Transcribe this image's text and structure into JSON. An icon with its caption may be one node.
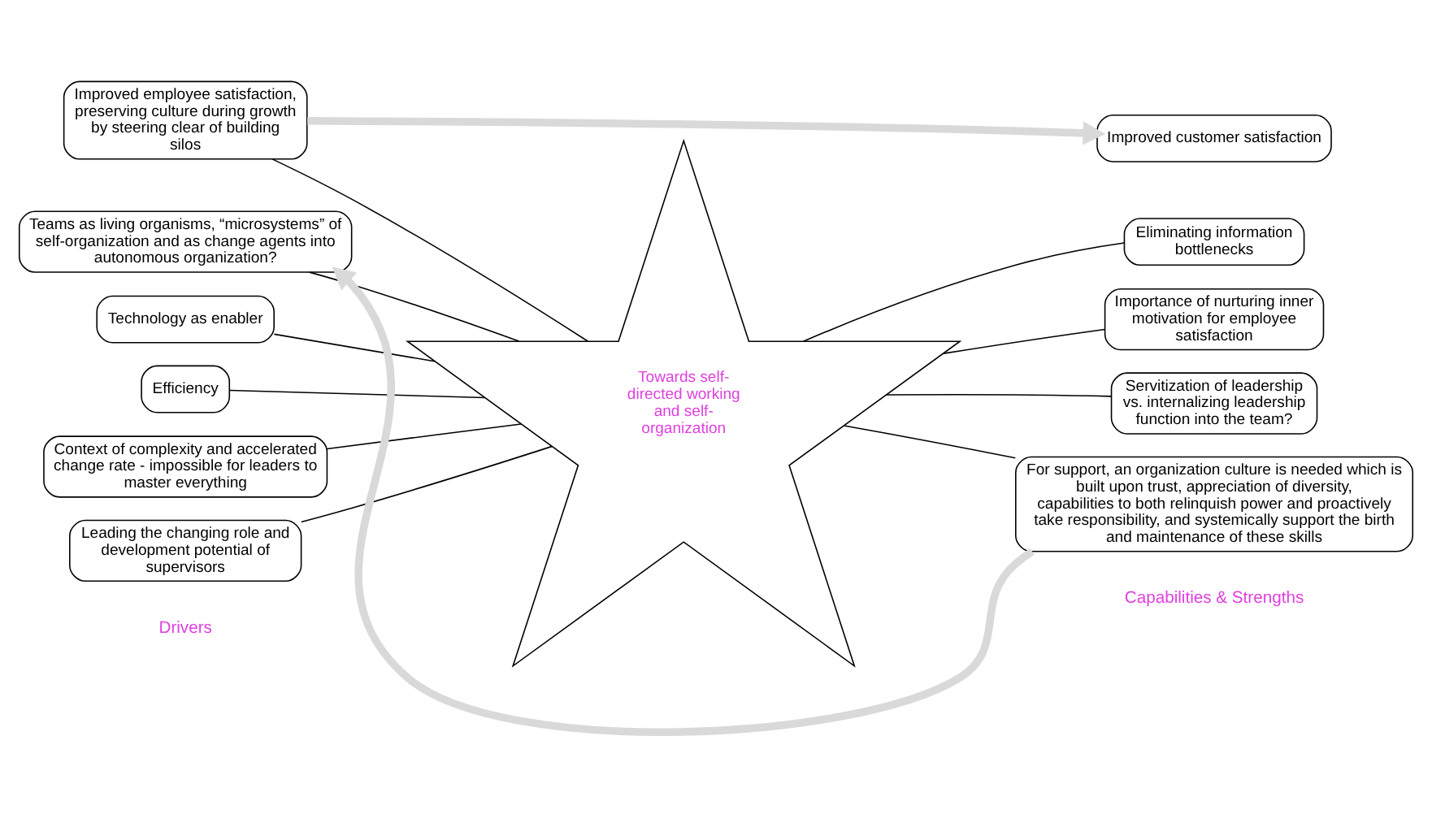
{
  "diagram": {
    "nodes": [
      {
        "text": [
          "Towards self-directed working and self-organization"
        ]
      },
      {
        "text": [
          "Technology as enabler"
        ]
      },
      {
        "text": [
          "Efficiency"
        ]
      },
      {
        "text": [
          "Context of complexity and accelerated change rate - impossible for leaders to master everything"
        ]
      },
      {
        "text": [
          "Improved employee satisfaction, preserving culture during growth by steering clear of building silos"
        ]
      },
      {
        "text": [
          "Improved customer satisfaction"
        ]
      },
      {
        "text": [
          "Eliminating information bottlenecks"
        ]
      },
      {
        "text": [
          "Importance of nurturing inner motivation for employee satisfaction"
        ]
      },
      {
        "text": [
          "Leading the changing role and development potential of supervisors"
        ]
      },
      {
        "text": [
          "Servitization of leadership vs. internalizing leadership function into the team?"
        ]
      },
      {
        "text": [
          "Teams as living organisms, “microsystems” of self-organization and as change agents into autonomous organization?"
        ]
      },
      {
        "text": [
          "For support, an organization culture is needed which is built upon trust, appreciation of diversity, capabilities to both relinquish power and proactively take responsibility, and systemically support the birth and maintenance of these skills"
        ]
      }
    ],
    "edges": [
      {
        "from": 1,
        "to": 0,
        "arrow": "none"
      },
      {
        "from": 2,
        "to": 0,
        "arrow": "none"
      },
      {
        "from": 3,
        "to": 0,
        "arrow": "none"
      },
      {
        "from": 4,
        "to": 0,
        "arrow": "none"
      },
      {
        "from": 4,
        "to": 5,
        "arrow": "to",
        "style": "thick",
        "color": "#d9d9d9"
      },
      {
        "from": 6,
        "to": 0,
        "arrow": "none"
      },
      {
        "from": 7,
        "to": 0,
        "arrow": "none"
      },
      {
        "from": 8,
        "to": 0,
        "arrow": "none"
      },
      {
        "from": 9,
        "to": 0,
        "arrow": "none"
      },
      {
        "from": 10,
        "to": 0,
        "arrow": "none"
      },
      {
        "from": 11,
        "to": 0,
        "arrow": "none"
      },
      {
        "from": 11,
        "to": 10,
        "arrow": "to",
        "style": "thick",
        "color": "#d9d9d9"
      }
    ],
    "labels": [
      "Drivers",
      "Capabilities & Strengths"
    ]
  }
}
